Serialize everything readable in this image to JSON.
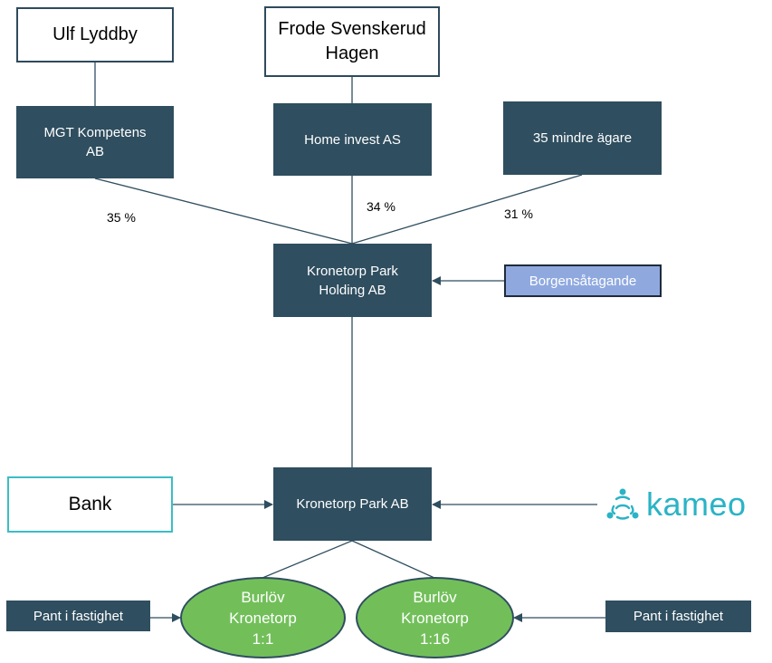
{
  "owners": {
    "ulf": "Ulf Lyddby",
    "frode": "Frode Svenskerud\nHagen"
  },
  "companies": {
    "mgt": "MGT Kompetens\nAB",
    "home_invest": "Home invest AS",
    "minor_owners": "35 mindre ägare",
    "holding": "Kronetorp Park\nHolding AB",
    "park": "Kronetorp Park AB"
  },
  "shares": {
    "mgt": "35 %",
    "home_invest": "34 %",
    "minor_owners": "31 %"
  },
  "guarantee": "Borgensåtagande",
  "bank": "Bank",
  "lender": "kameo",
  "properties": {
    "left": "Burlöv\nKronetorp\n1:1",
    "right": "Burlöv\nKronetorp\n1:16"
  },
  "pledges": {
    "left": "Pant i fastighet",
    "right": "Pant i fastighet"
  },
  "colors": {
    "entity": "#2f4e5f",
    "property": "#72bf5a",
    "guarantee": "#8fa9df",
    "bank_border": "#3bbdc6",
    "kameo": "#2ab3c6"
  }
}
